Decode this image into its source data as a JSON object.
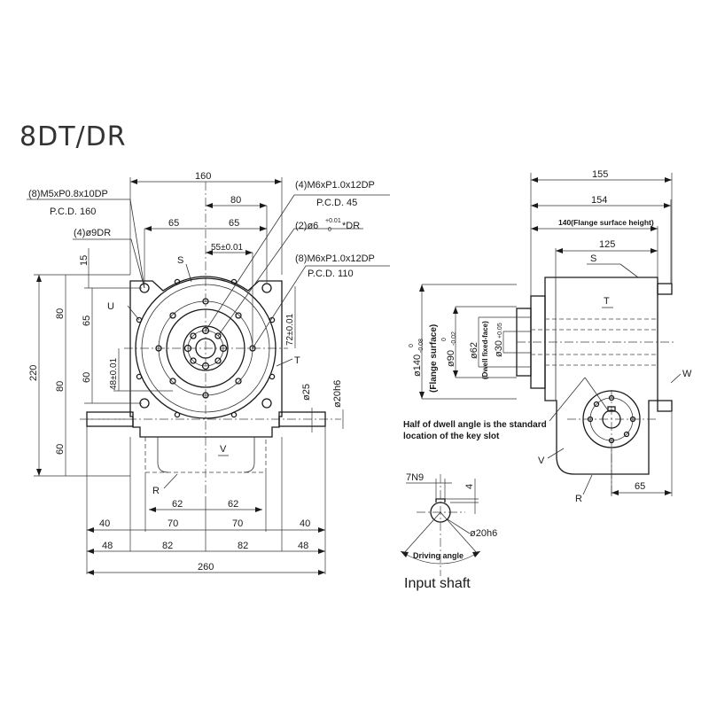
{
  "title": "8DT/DR",
  "front_view": {
    "callouts": {
      "m5": "(8)M5xP0.8x10DP",
      "pcd160": "P.C.D. 160",
      "d9": "(4)ø9DR",
      "m6_12": "(4)M6xP1.0x12DP",
      "pcd45": "P.C.D. 45",
      "d6_main": "(2)ø6",
      "d6_tol_up": "+0.01",
      "d6_tol_lo": "0",
      "d6_suffix": "*DR",
      "m6_8": "(8)M6xP1.0x12DP",
      "pcd110": "P.C.D. 110"
    },
    "dims": {
      "w160": "160",
      "w80": "80",
      "w65a": "65",
      "w65b": "65",
      "w55": "55±0.01",
      "h15": "15",
      "h80a": "80",
      "h65": "65",
      "h220": "220",
      "h80b": "80",
      "h60a": "60",
      "h48": "48±0.01",
      "h60b": "60",
      "h72": "72±0.01",
      "d25": "ø25",
      "d20": "ø20h6",
      "b62a": "62",
      "b62b": "62",
      "b40a": "40",
      "b70a": "70",
      "b70b": "70",
      "b40b": "40",
      "b48a": "48",
      "b82a": "82",
      "b82b": "82",
      "b48b": "48",
      "b260": "260"
    },
    "labels": {
      "s": "S",
      "u": "U",
      "t": "T",
      "v": "V",
      "r": "R"
    }
  },
  "side_view": {
    "dims": {
      "w155": "155",
      "w154": "154",
      "flange_height": "140(Flange surface height)",
      "w125": "125",
      "d140": "ø140",
      "d140_tol_up": "0",
      "d140_tol_lo": "-0.08",
      "flange_surface": "(Flange surface)",
      "d90": "ø90",
      "d90_tol_up": "0",
      "d90_tol_lo": "-0.02",
      "d62": "ø62",
      "dwell_face": "(Dwell fixed-face)",
      "d30": "ø30",
      "d30_tol": "+0.05",
      "w65": "65"
    },
    "labels": {
      "s": "S",
      "t": "T",
      "w": "W",
      "v": "V",
      "r": "R"
    },
    "note_line1": "Half of dwell angle is the standard",
    "note_line2": "location of the key slot"
  },
  "input_shaft": {
    "keyway": "7N9",
    "depth": "4",
    "diameter": "ø20h6",
    "driving_angle": "Driving angle",
    "caption": "Input shaft"
  }
}
